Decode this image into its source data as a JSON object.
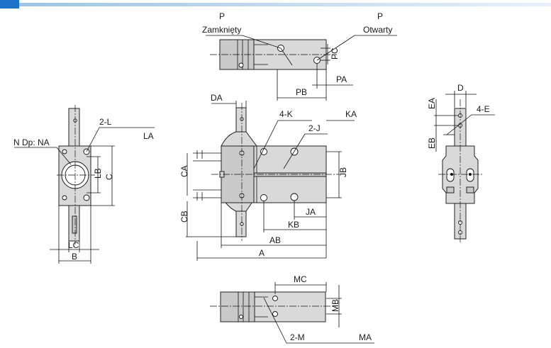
{
  "labels": {
    "p_closed": "P",
    "p_open": "P",
    "closed": "Zamknięty",
    "open": "Otwarty",
    "pc": "PC",
    "pa": "PA",
    "pb": "PB",
    "da": "DA",
    "k": "4-K",
    "ka": "KA",
    "j": "2-J",
    "ca": "CA",
    "jb": "JB",
    "cb": "CB",
    "ja": "JA",
    "kb": "KB",
    "ab": "AB",
    "a": "A",
    "l": "2-L",
    "la": "LA",
    "ndp": "N Dp: NA",
    "lb": "LB",
    "c": "C",
    "lc": "LC",
    "b": "B",
    "d": "D",
    "ea": "EA",
    "e": "4-E",
    "eb": "EB",
    "mc": "MC",
    "mb": "MB",
    "m": "2-M",
    "ma": "MA"
  },
  "colors": {
    "accent": "#1e73c8",
    "part_fill": "#d9d9d9",
    "line": "#111111"
  }
}
